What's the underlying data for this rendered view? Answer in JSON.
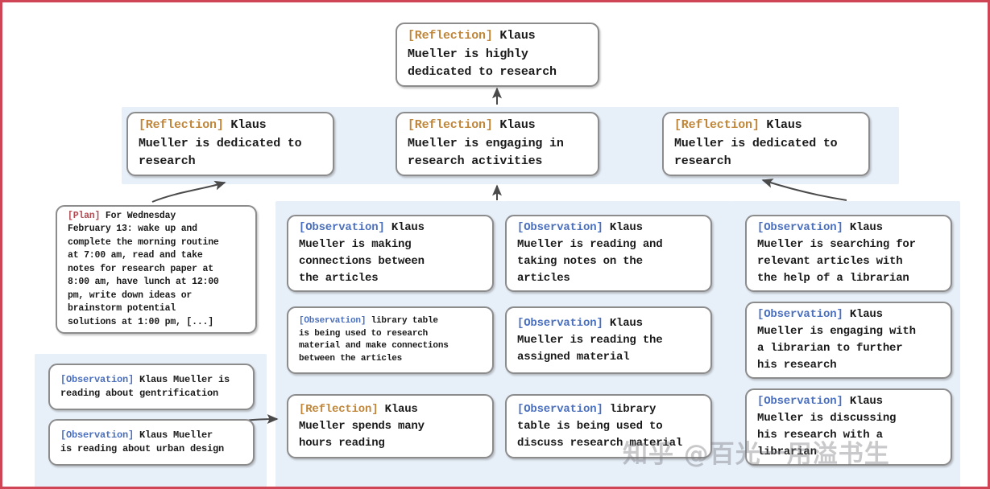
{
  "figure": {
    "title": "Generative agent memory reflection tree",
    "border_color": "#cf4556",
    "panel_color": "#e7eff9",
    "node_border_color": "#8c8c8c",
    "tag_colors": {
      "reflection": "#c0863a",
      "observation": "#4a6fbd",
      "plan": "#b34a52"
    }
  },
  "watermark": {
    "text": "知乎 @百光一用溢书生"
  },
  "nodes": {
    "root": {
      "tag": "[Reflection]",
      "tag_type": "reflection",
      "text": " Klaus\nMueller is highly\ndedicated to research"
    },
    "reflection_left": {
      "tag": "[Reflection]",
      "tag_type": "reflection",
      "text": " Klaus\nMueller is dedicated to\nresearch"
    },
    "reflection_center": {
      "tag": "[Reflection]",
      "tag_type": "reflection",
      "text": " Klaus\nMueller is engaging in\nresearch activities"
    },
    "reflection_right": {
      "tag": "[Reflection]",
      "tag_type": "reflection",
      "text": " Klaus\nMueller is dedicated to\nresearch"
    },
    "plan": {
      "tag": "[Plan]",
      "tag_type": "plan",
      "text": " For Wednesday\nFebruary 13: wake up and\ncomplete the morning routine\nat 7:00 am, read and take\nnotes for research paper at\n8:00 am, have lunch at 12:00\npm, write down ideas or\nbrainstorm potential\nsolutions at 1:00 pm, [...]"
    },
    "obs_bl_1": {
      "tag": "[Observation]",
      "tag_type": "observation",
      "text": " Klaus Mueller is\nreading about gentrification"
    },
    "obs_bl_2": {
      "tag": "[Observation]",
      "tag_type": "observation",
      "text": " Klaus Mueller\nis reading about urban design"
    },
    "col1_1": {
      "tag": "[Observation]",
      "tag_type": "observation",
      "text": " Klaus\nMueller is making\nconnections between\nthe articles"
    },
    "col1_2": {
      "tag": "[Observation]",
      "tag_type": "observation",
      "text": " library table\nis being used to research\nmaterial and make connections\nbetween the articles"
    },
    "col1_3": {
      "tag": "[Reflection]",
      "tag_type": "reflection",
      "text": " Klaus\nMueller spends many\nhours reading"
    },
    "col2_1": {
      "tag": "[Observation]",
      "tag_type": "observation",
      "text": " Klaus\nMueller is reading and\ntaking notes on the\narticles"
    },
    "col2_2": {
      "tag": "[Observation]",
      "tag_type": "observation",
      "text": " Klaus\nMueller is reading the\nassigned material"
    },
    "col2_3": {
      "tag": "[Observation]",
      "tag_type": "observation",
      "text": " library\ntable is being used to\ndiscuss research material"
    },
    "col3_1": {
      "tag": "[Observation]",
      "tag_type": "observation",
      "text": " Klaus\nMueller is searching for\nrelevant articles with\nthe help of a librarian"
    },
    "col3_2": {
      "tag": "[Observation]",
      "tag_type": "observation",
      "text": " Klaus\nMueller is engaging with\na librarian to further\nhis research"
    },
    "col3_3": {
      "tag": "[Observation]",
      "tag_type": "observation",
      "text": " Klaus\nMueller is discussing\nhis research with a\nlibrarian"
    }
  }
}
